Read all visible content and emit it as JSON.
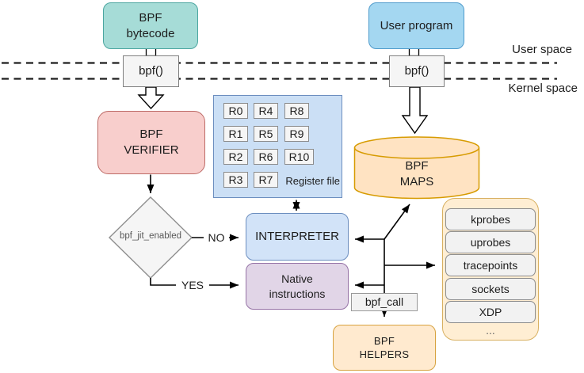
{
  "nodes": {
    "bytecode": {
      "line1": "BPF",
      "line2": "bytecode"
    },
    "user_program": {
      "label": "User program"
    },
    "bpf_syscall_left": {
      "label": "bpf()"
    },
    "bpf_syscall_right": {
      "label": "bpf()"
    },
    "verifier": {
      "line1": "BPF",
      "line2": "VERIFIER"
    },
    "jit_decision": {
      "label": "bpf_jit_enabled"
    },
    "interpreter": {
      "label": "INTERPRETER"
    },
    "native": {
      "line1": "Native",
      "line2": "instructions"
    },
    "maps": {
      "line1": "BPF",
      "line2": "MAPS"
    },
    "helpers": {
      "line1": "BPF",
      "line2": "HELPERS"
    },
    "bpf_call": {
      "label": "bpf_call"
    }
  },
  "register_file": {
    "caption": "Register file",
    "registers": [
      "R0",
      "R1",
      "R2",
      "R3",
      "R4",
      "R5",
      "R6",
      "R7",
      "R8",
      "R9",
      "R10"
    ]
  },
  "hooks": {
    "items": [
      "kprobes",
      "uprobes",
      "tracepoints",
      "sockets",
      "XDP"
    ],
    "more": "..."
  },
  "labels": {
    "user_space": "User space",
    "kernel_space": "Kernel space",
    "no": "NO",
    "yes": "YES"
  },
  "colors": {
    "teal_fill": "#a6dcd7",
    "teal_stroke": "#4ba6a0",
    "blue_fill": "#a4d7f1",
    "blue_stroke": "#4f9bcc",
    "lightblue_fill": "#d2e3f8",
    "lightblue_stroke": "#6c8ebf",
    "regfile_fill": "#cbdff5",
    "red_fill": "#f8cecc",
    "red_stroke": "#bd6a66",
    "purple_fill": "#e1d5e7",
    "purple_stroke": "#9673a6",
    "orange_fill": "#ffe3c2",
    "orange_stroke": "#d79b00",
    "cream_fill": "#ffeed3",
    "cream_stroke": "#d8b061",
    "gray_fill": "#f5f5f5",
    "gray_stroke": "#8c8c8c",
    "line": "#000000"
  }
}
